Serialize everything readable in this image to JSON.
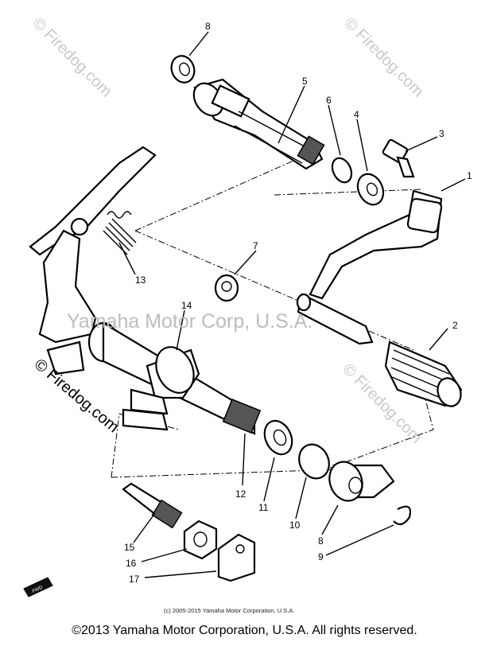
{
  "watermarks": {
    "site_top_left": "© Firedog.com",
    "site_top_right": "© Firedog.com",
    "site_mid_right": "© Firedog.com",
    "site_left": "© Firedog.com",
    "overlay": "Yamaha Motor Corp, U.S.A."
  },
  "callouts": [
    {
      "id": "8",
      "text": "8"
    },
    {
      "id": "5",
      "text": "5"
    },
    {
      "id": "6",
      "text": "6"
    },
    {
      "id": "4",
      "text": "4"
    },
    {
      "id": "3",
      "text": "3"
    },
    {
      "id": "1",
      "text": "1"
    },
    {
      "id": "13",
      "text": "13"
    },
    {
      "id": "7",
      "text": "7"
    },
    {
      "id": "14",
      "text": "14"
    },
    {
      "id": "2",
      "text": "2"
    },
    {
      "id": "12",
      "text": "12"
    },
    {
      "id": "11",
      "text": "11"
    },
    {
      "id": "10",
      "text": "10"
    },
    {
      "id": "8b",
      "text": "8"
    },
    {
      "id": "9",
      "text": "9"
    },
    {
      "id": "15",
      "text": "15"
    },
    {
      "id": "16",
      "text": "16"
    },
    {
      "id": "17",
      "text": "17"
    }
  ],
  "fwd_badge": "FWD",
  "copyright_small": "(c) 2005-2015 Yamaha Motor Corporation, U.S.A.",
  "copyright_bottom": "©2013 Yamaha Motor Corporation, U.S.A. All rights reserved."
}
